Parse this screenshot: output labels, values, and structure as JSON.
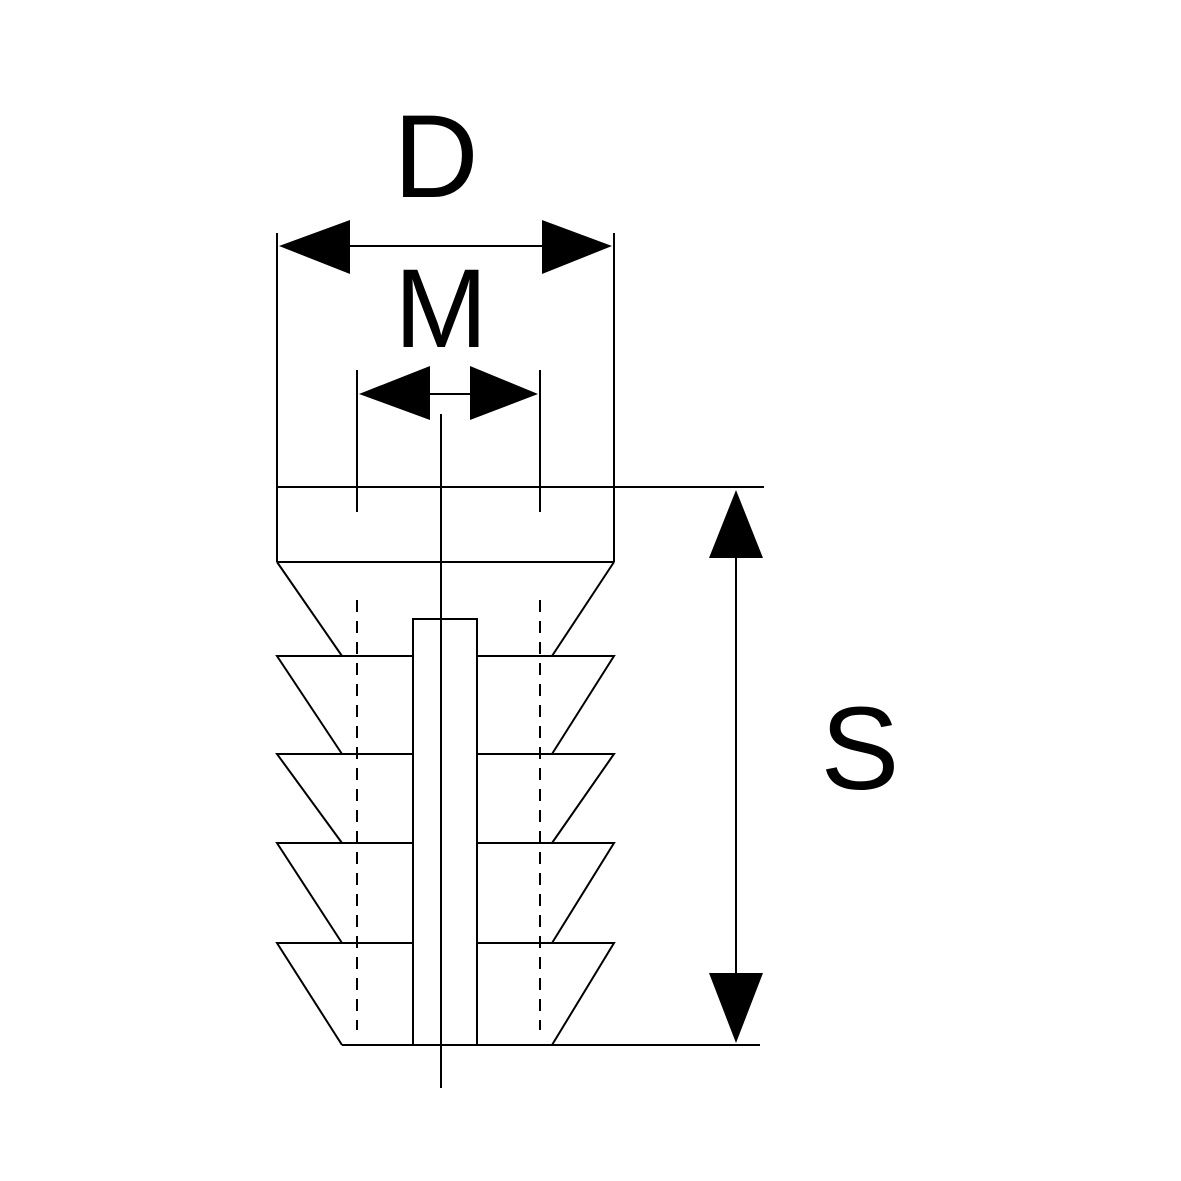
{
  "diagram": {
    "labels": {
      "outer_diameter": "D",
      "thread_size": "M",
      "length": "S"
    },
    "colors": {
      "line": "#000000",
      "background": "#ffffff"
    }
  }
}
